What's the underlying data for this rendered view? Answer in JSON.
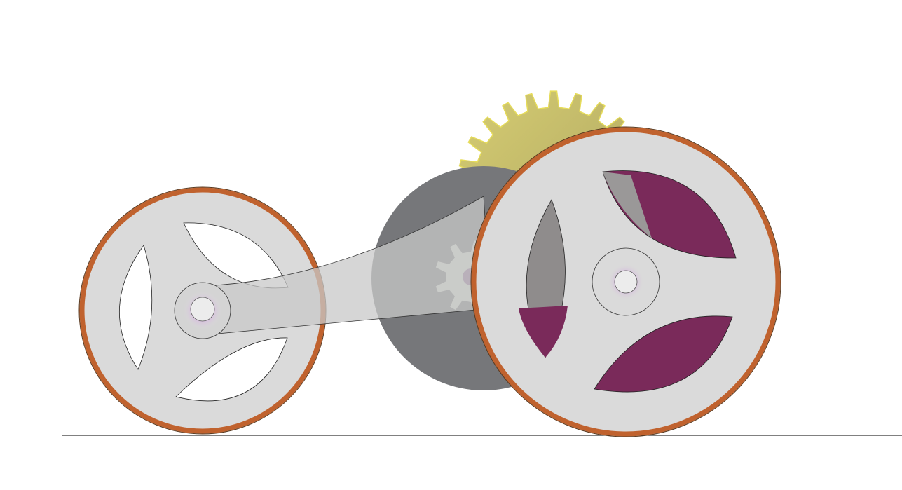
{
  "colors": {
    "background": "#ffffff",
    "wheel_face": "#dadada",
    "wheel_rim": "#c0622e",
    "dark_disc": "#76777a",
    "yellow_gear": "#c9c06a",
    "internal_gear": "#7a2a5a",
    "pale_gear": "#cfd6cc",
    "hub_ring": "#b98fc4",
    "ground_line": "#000000"
  },
  "components": [
    "left-wheel",
    "right-wheel",
    "dark-disc",
    "yellow-gear",
    "pinion-gear",
    "crank-arm",
    "ground-line"
  ]
}
